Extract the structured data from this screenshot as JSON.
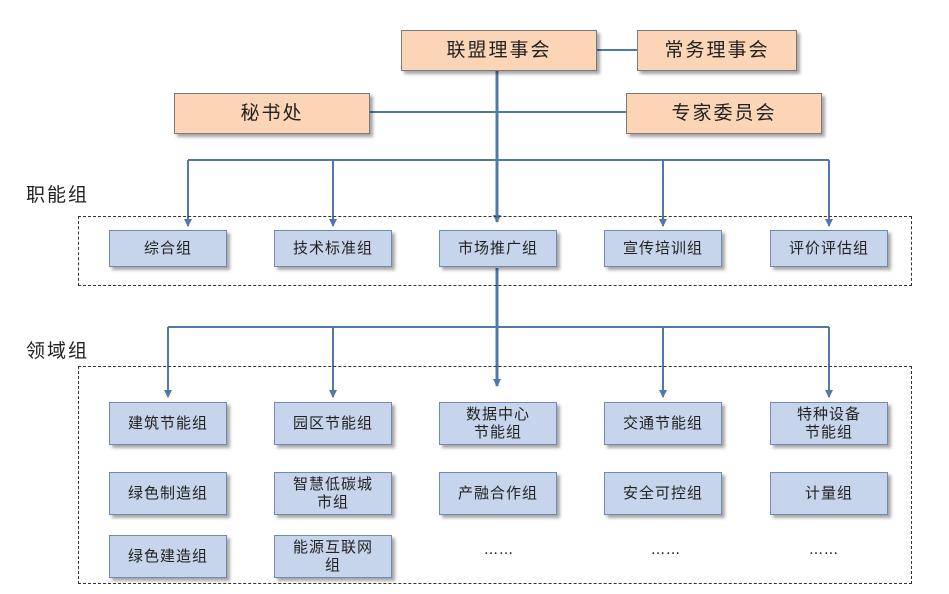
{
  "leadership": {
    "council": "联盟理事会",
    "standing": "常务理事会",
    "secretariat": "秘书处",
    "experts": "专家委员会"
  },
  "functional": {
    "label": "职能组",
    "groups": [
      "综合组",
      "技术标准组",
      "市场推广组",
      "宣传培训组",
      "评价评估组"
    ]
  },
  "domain": {
    "label": "领域组",
    "row1": [
      "建筑节能组",
      "园区节能组",
      "数据中心\n节能组",
      "交通节能组",
      "特种设备\n节能组"
    ],
    "row2": [
      "绿色制造组",
      "智慧低碳城\n市组",
      "产融合作组",
      "安全可控组",
      "计量组"
    ],
    "row3": [
      "绿色建造组",
      "能源互联网\n组"
    ],
    "more": [
      "……",
      "……",
      "……"
    ]
  },
  "colors": {
    "leadership_fill": "#fbd5b5",
    "group_fill": "#c6d5ec",
    "connector": "#4f7aa8"
  }
}
